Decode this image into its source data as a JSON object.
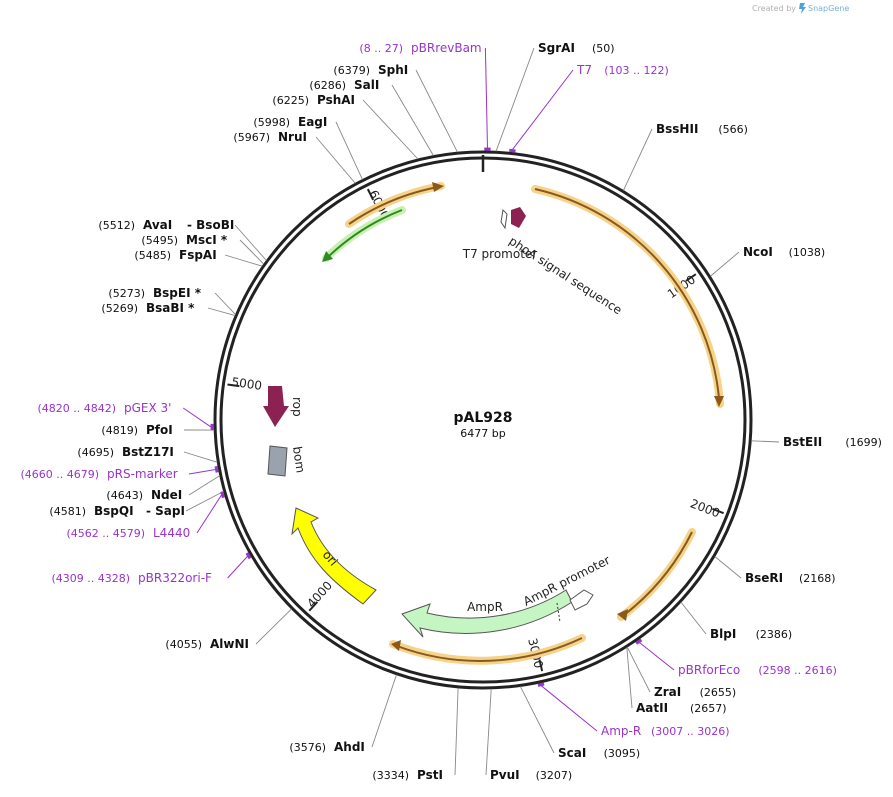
{
  "credit": {
    "prefix": "Created by",
    "brand": "SnapGene"
  },
  "plasmid": {
    "name": "pAL928",
    "length_label": "6477 bp",
    "length_bp": 6477
  },
  "colors": {
    "backbone": "#222222",
    "enzyme_text": "#111111",
    "enzyme_line": "#888888",
    "primer": "#9933cc",
    "orf": "#b5651d",
    "orf_glow": "#f6d38a",
    "green_arrow": "#2e8b22",
    "green_glow": "#c8f0b0",
    "maroon": "#8b2252",
    "grey_feature": "#9aa3ad",
    "ampr_fill": "#c6f5c4",
    "ori_fill": "#ffff00"
  },
  "ticks": [
    {
      "pos": 1000,
      "label": "1000"
    },
    {
      "pos": 2000,
      "label": "2000"
    },
    {
      "pos": 3000,
      "label": "3000"
    },
    {
      "pos": 4000,
      "label": "4000"
    },
    {
      "pos": 5000,
      "label": "5000"
    },
    {
      "pos": 6000,
      "label": "6000"
    }
  ],
  "enzymes": [
    {
      "pos": 50,
      "name": "SgrAI",
      "coord": "(50)"
    },
    {
      "pos": 566,
      "name": "BssHII",
      "coord": "(566)"
    },
    {
      "pos": 1038,
      "name": "NcoI",
      "coord": "(1038)"
    },
    {
      "pos": 1699,
      "name": "BstEII",
      "coord": "(1699)"
    },
    {
      "pos": 2168,
      "name": "BseRI",
      "coord": "(2168)"
    },
    {
      "pos": 2386,
      "name": "BlpI",
      "coord": "(2386)"
    },
    {
      "pos": 2655,
      "name": "ZraI",
      "coord": "(2655)"
    },
    {
      "pos": 2657,
      "name": "AatII",
      "coord": "(2657)"
    },
    {
      "pos": 3095,
      "name": "ScaI",
      "coord": "(3095)"
    },
    {
      "pos": 3207,
      "name": "PvuI",
      "coord": "(3207)"
    },
    {
      "pos": 3334,
      "name": "PstI",
      "coord": "(3334)"
    },
    {
      "pos": 3576,
      "name": "AhdI",
      "coord": "(3576)"
    },
    {
      "pos": 4055,
      "name": "AlwNI",
      "coord": "(4055)"
    },
    {
      "pos": 4581,
      "name": "BspQI",
      "coord": "(4581)",
      "extra": "SapI"
    },
    {
      "pos": 4643,
      "name": "NdeI",
      "coord": "(4643)"
    },
    {
      "pos": 4695,
      "name": "BstZ17I",
      "coord": "(4695)"
    },
    {
      "pos": 4819,
      "name": "PfoI",
      "coord": "(4819)"
    },
    {
      "pos": 5269,
      "name": "BsaBI *",
      "coord": "(5269)"
    },
    {
      "pos": 5273,
      "name": "BspEI *",
      "coord": "(5273)"
    },
    {
      "pos": 5485,
      "name": "FspAI",
      "coord": "(5485)"
    },
    {
      "pos": 5495,
      "name": "MscI *",
      "coord": "(5495)"
    },
    {
      "pos": 5512,
      "name": "AvaI",
      "coord": "(5512)",
      "extra": "BsoBI"
    },
    {
      "pos": 5967,
      "name": "NruI",
      "coord": "(5967)"
    },
    {
      "pos": 5998,
      "name": "EagI",
      "coord": "(5998)"
    },
    {
      "pos": 6225,
      "name": "PshAI",
      "coord": "(6225)"
    },
    {
      "pos": 6286,
      "name": "SalI",
      "coord": "(6286)"
    },
    {
      "pos": 6379,
      "name": "SphI",
      "coord": "(6379)"
    }
  ],
  "primers": [
    {
      "pos": 17,
      "name": "pBRrevBam",
      "coord": "(8 .. 27)"
    },
    {
      "pos": 112,
      "name": "T7",
      "coord": "(103 .. 122)"
    },
    {
      "pos": 2607,
      "name": "pBRforEco",
      "coord": "(2598 .. 2616)"
    },
    {
      "pos": 3016,
      "name": "Amp-R",
      "coord": "(3007 .. 3026)"
    },
    {
      "pos": 4317,
      "name": "pBR322ori-F",
      "coord": "(4309 .. 4328)"
    },
    {
      "pos": 4570,
      "name": "L4440",
      "coord": "(4562 .. 4579)"
    },
    {
      "pos": 4669,
      "name": "pRS-marker",
      "coord": "(4660 .. 4679)"
    },
    {
      "pos": 4831,
      "name": "pGEX 3'",
      "coord": "(4820 .. 4842)"
    }
  ],
  "features": [
    {
      "name": "T7 promoter"
    },
    {
      "name": "phoA signal sequence"
    },
    {
      "name": "AmpR"
    },
    {
      "name": "AmpR promoter"
    },
    {
      "name": "ori"
    },
    {
      "name": "rop"
    },
    {
      "name": "bom"
    }
  ]
}
